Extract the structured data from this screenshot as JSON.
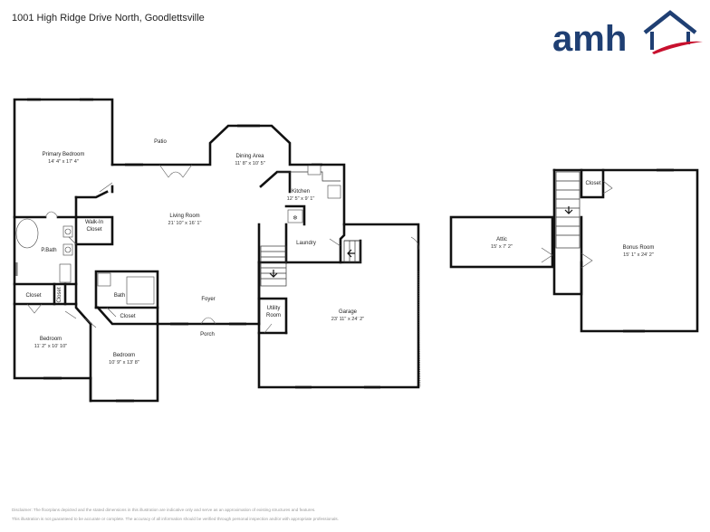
{
  "header": {
    "address": "1001 High Ridge Drive North, Goodlettsville",
    "logo_text": "amh",
    "brand_color": "#1f3f73",
    "accent_color": "#c8102e"
  },
  "rooms": {
    "primary_bedroom": {
      "label": "Primary Bedroom",
      "dims": "14' 4\" x 17' 4\""
    },
    "patio": {
      "label": "Patio"
    },
    "dining_area": {
      "label": "Dining Area",
      "dims": "11' 8\" x 10' 5\""
    },
    "kitchen": {
      "label": "Kitchen",
      "dims": "12' 5\" x 9' 1\""
    },
    "living_room": {
      "label": "Living Room",
      "dims": "21' 10\" x 16' 1\""
    },
    "walk_in_closet": {
      "label": "Walk-In Closet",
      "line1": "Walk-In",
      "line2": "Closet"
    },
    "p_bath": {
      "label": "P.Bath"
    },
    "laundry": {
      "label": "Laundry"
    },
    "closet_left": {
      "label": "Closet"
    },
    "closet_small": {
      "label": "Closet"
    },
    "bath": {
      "label": "Bath"
    },
    "closet_mid": {
      "label": "Closet"
    },
    "foyer": {
      "label": "Foyer"
    },
    "utility_room": {
      "label": "Utility Room",
      "line1": "Utility",
      "line2": "Room"
    },
    "garage": {
      "label": "Garage",
      "dims": "23' 11\" x 24' 2\""
    },
    "bedroom_1": {
      "label": "Bedroom",
      "dims": "11' 2\" x 10' 10\""
    },
    "bedroom_2": {
      "label": "Bedroom",
      "dims": "10' 9\" x 13' 8\""
    },
    "porch": {
      "label": "Porch"
    },
    "attic": {
      "label": "Attic",
      "dims": "15' x 7' 2\""
    },
    "closet_upper": {
      "label": "Closet"
    },
    "bonus_room": {
      "label": "Bonus Room",
      "dims": "15' 1\" x 24' 2\""
    }
  },
  "footer": {
    "disclaimer_1": "Disclaimer: The floorplans depicted and the stated dimensions in this illustration are indicative only and serve as an approximation of existing structures and features.",
    "disclaimer_2": "This illustration is not guaranteed to be accurate or complete. The accuracy of all information should be verified through personal inspection and/or with appropriate professionals."
  }
}
